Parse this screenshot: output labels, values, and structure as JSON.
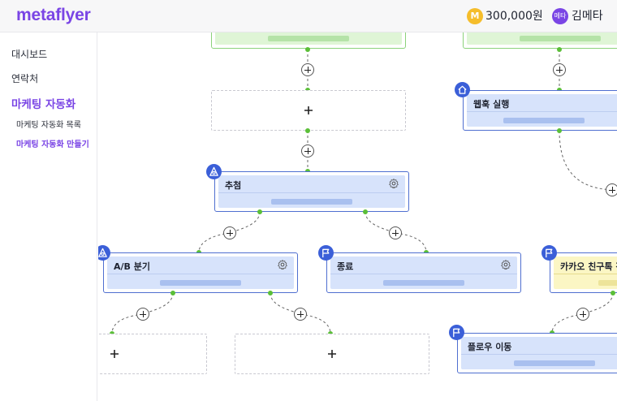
{
  "app": {
    "logo": "metaflyer"
  },
  "header": {
    "coin_label": "M",
    "points": "300,000원",
    "avatar_label": "메타",
    "username": "김메타"
  },
  "sidebar": {
    "items": [
      {
        "label": "대시보드"
      },
      {
        "label": "연락처"
      },
      {
        "label": "마케팅 자동화"
      }
    ],
    "subitems": [
      {
        "label": "마케팅 자동화 목록"
      },
      {
        "label": "마케팅 자동화 만들기"
      }
    ]
  },
  "flow": {
    "nodes": {
      "webhook": {
        "title": "웹훅 실행"
      },
      "lottery": {
        "title": "추첨"
      },
      "ab_split": {
        "title": "A/B 분기"
      },
      "end": {
        "title": "종료"
      },
      "kakao": {
        "title": "카카오 친구톡 전"
      },
      "flow_move": {
        "title": "플로우 이동"
      }
    }
  },
  "colors": {
    "accent": "#7a45e5",
    "node_border": "#4f6fd0",
    "node_fill": "#d7e3fb",
    "trigger_fill": "#dff5d6",
    "message_fill": "#fbf6c4",
    "connector_dot": "#5bbf38",
    "coin": "#f5bd2b"
  }
}
